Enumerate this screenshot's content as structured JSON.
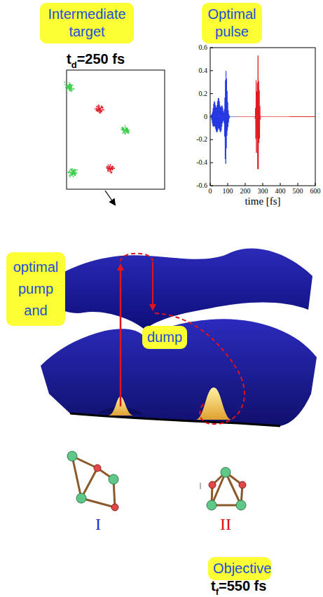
{
  "diagram": {
    "nodes": [
      {
        "text": [
          "Intermediate target"
        ]
      },
      {
        "text": [
          "Optimal pulse"
        ]
      },
      {
        "text": [
          "optimal pump and"
        ]
      },
      {
        "text": [
          "dump"
        ]
      },
      {
        "text": [
          "Objective"
        ]
      }
    ],
    "labels": [
      "t",
      "d",
      "=250 fs",
      "0.6",
      "0.4",
      "0.2",
      "0",
      "-0.2",
      "-0.4",
      "-0.6",
      "0",
      "100",
      "200",
      "300",
      "400",
      "500",
      "600",
      "time [fs]",
      "I",
      "II",
      "t",
      "f",
      "=550 fs"
    ]
  }
}
